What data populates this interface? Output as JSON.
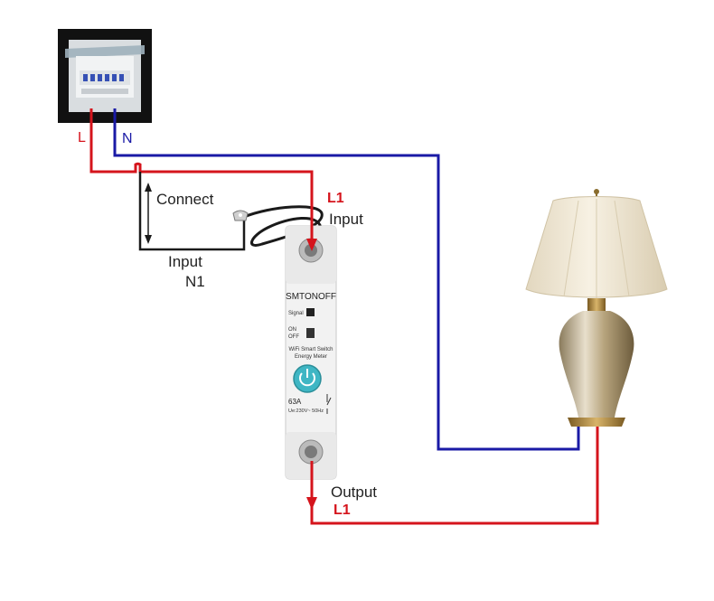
{
  "colors": {
    "live_wire": "#d5141c",
    "neutral_wire": "#1a1aa6",
    "black_wire": "#1a1a1a",
    "breaker_body": "#f2f2f2",
    "button_teal": "#3fb6c4",
    "lamp_shade": "#efe6d2",
    "lamp_base": "#b89c6a"
  },
  "panel": {
    "live_label": "L",
    "neutral_label": "N"
  },
  "annotations": {
    "connect": "Connect",
    "input_n1_line1": "Input",
    "input_n1_line2": "N1",
    "input_l1_code": "L1",
    "input_l1_text": "Input",
    "output_text": "Output",
    "output_l1_code": "L1"
  },
  "breaker": {
    "brand": "SMTONOFF",
    "signal_label": "Signal",
    "on_label": "ON",
    "off_label": "OFF",
    "desc_line1": "WiFi Smart Switch",
    "desc_line2": "Energy Meter",
    "rating": "63A",
    "spec": "Ue:230V~ 50Hz"
  },
  "icons": {
    "power_button": "power-icon",
    "distribution_panel": "breaker-panel-icon",
    "lamp": "table-lamp-icon"
  }
}
